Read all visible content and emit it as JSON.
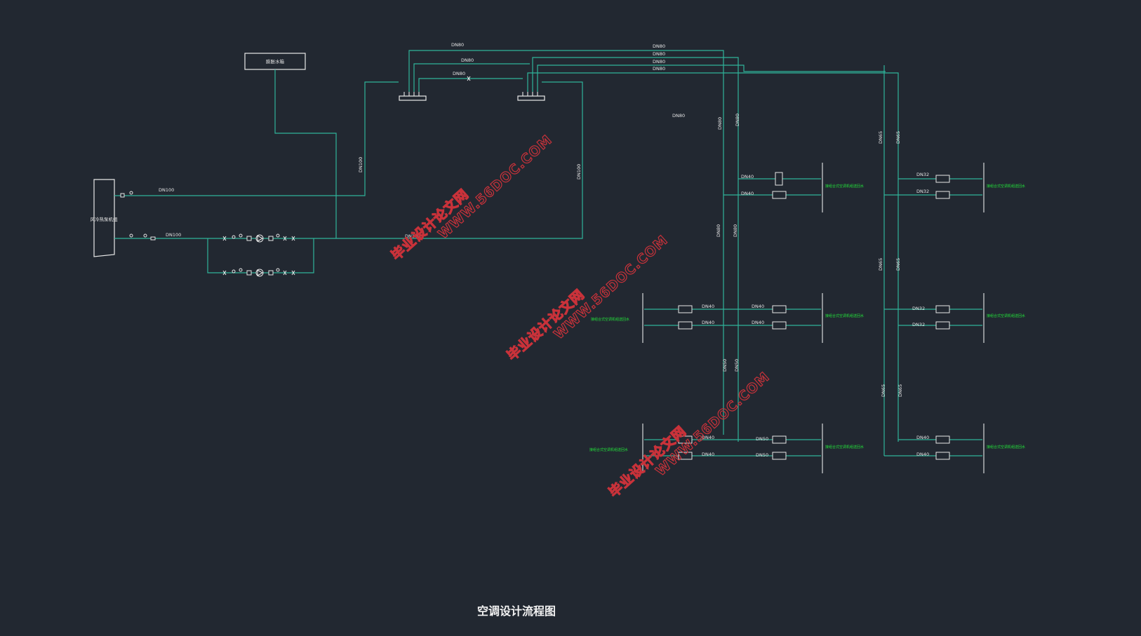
{
  "title": "空调设计流程图",
  "colors": {
    "background": "#222831",
    "pipe": "#2fb39a",
    "line": "#e8e8e8",
    "label_green": "#22e03a",
    "watermark": "#c9323a"
  },
  "equipment": {
    "tank_label": "膨胀水箱",
    "chiller_label": "风冷热泵机组"
  },
  "labels": {
    "dn100_supply": "DN100",
    "dn100_return": "DN100",
    "dn100_v1": "DN100",
    "dn100_v2": "DN100",
    "dn100_mid": "DN100",
    "dn80_a": "DN80",
    "dn80_b": "DN80",
    "dn80_c": "DN80",
    "dn80_r1": "DN80",
    "dn80_r2": "DN80",
    "dn80_r3": "DN80",
    "dn80_r4": "DN80",
    "dn80_float": "DN80",
    "dn80_v1": "DN80",
    "dn80_v2": "DN80",
    "dn80_v3": "DN80",
    "dn80_v4": "DN80",
    "dn65_v1": "DN65",
    "dn65_v2": "DN65",
    "dn65_v3": "DN65",
    "dn65_v4": "DN65",
    "dn65_v5": "DN65",
    "dn65_v6": "DN65",
    "dn50_v1": "DN50",
    "dn50_v2": "DN50",
    "b1_s": "DN40",
    "b1_r": "DN40",
    "b2_s": "DN32",
    "b2_r": "DN32",
    "b3_s": "DN40",
    "b3_r": "DN40",
    "b4_s": "DN40",
    "b4_r": "DN40",
    "b5_s": "DN32",
    "b5_r": "DN32",
    "b6_s": "DN40",
    "b6_r": "DN40",
    "b7_s": "DN50",
    "b7_r": "DN50",
    "b8_s": "DN40",
    "b8_r": "DN40"
  },
  "zones": {
    "z1": "接组合式空调机组送回水",
    "z2": "接组合式空调机组送回水",
    "z3": "接组合式空调机组送回水",
    "z4": "接组合式空调机组送回水",
    "z5": "接组合式空调机组送回水",
    "z6": "接组合式空调机组送回水",
    "z7": "接组合式空调机组送回水"
  },
  "watermarks": [
    {
      "line1": "毕业设计论文网",
      "line2": "WWW.56DOC.COM"
    },
    {
      "line1": "毕业设计论文网",
      "line2": "WWW.56DOC.COM"
    },
    {
      "line1": "毕业设计论文网",
      "line2": "WWW.56DOC.COM"
    }
  ]
}
